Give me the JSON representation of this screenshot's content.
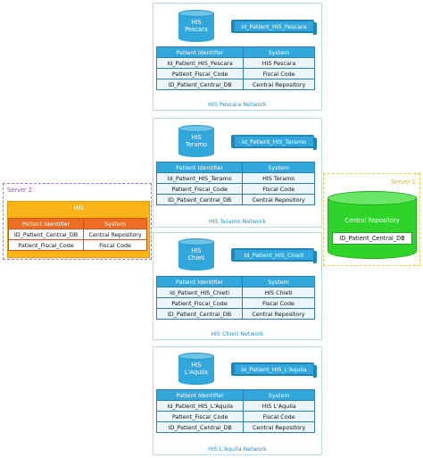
{
  "networks": [
    {
      "db_label": [
        "HIS",
        "Pescara"
      ],
      "banner": "Id_Patient_HIS_Pescara",
      "headers": [
        "Patient Identifier",
        "System"
      ],
      "rows": [
        [
          "Id_Patient_HIS_Pescara",
          "HIS Pescara"
        ],
        [
          "Patient_Fiscal_Code",
          "Fiscal Code"
        ],
        [
          "ID_Patient_Central_DB",
          "Central Repository"
        ]
      ],
      "network_label": "HIS Pescara Network"
    },
    {
      "db_label": [
        "HIS",
        "Teramo"
      ],
      "banner": "Id_Patient_HIS_Teramo",
      "headers": [
        "Patient Identifier",
        "System"
      ],
      "rows": [
        [
          "Id_Patient_HIS_Teramo",
          "HIS Teramo"
        ],
        [
          "Patient_Fiscal_Code",
          "Fiscal Code"
        ],
        [
          "ID_Patient_Central_DB",
          "Central Repository"
        ]
      ],
      "network_label": "HIS Teramo Network"
    },
    {
      "db_label": [
        "HIS",
        "Chieti"
      ],
      "banner": "Id_Patient_HIS_Chieti",
      "headers": [
        "Patient Identifier",
        "System"
      ],
      "rows": [
        [
          "Id_Patient_HIS_Chieti",
          "HIS Chieti"
        ],
        [
          "Patient_Fiscal_Code",
          "Fiscal Code"
        ],
        [
          "ID_Patient_Central_DB",
          "Central Repository"
        ]
      ],
      "network_label": "HIS Chieti Network"
    },
    {
      "db_label": [
        "HIS",
        "L'Aquila"
      ],
      "banner": "Id_Patient_HIS_L'Aquila",
      "headers": [
        "Patient Identifier",
        "System"
      ],
      "rows": [
        [
          "Id_Patient_HIS_L'Aquila",
          "HIS L'Aquila"
        ],
        [
          "Patient_Fiscal_Code",
          "Fiscal Code"
        ],
        [
          "ID_Patient_Central_DB",
          "Central Repository"
        ]
      ],
      "network_label": "HIS L'Aquila Network"
    }
  ],
  "server2": {
    "label": "Server 2",
    "his_label": "HIS",
    "headers": [
      "Patient Identifier",
      "System"
    ],
    "rows": [
      [
        "ID_Patient_Central_DB",
        "Central Repository"
      ],
      [
        "Patient_Fiscal_Code",
        "Fiscal Code"
      ]
    ]
  },
  "server1": {
    "label": "Server 1",
    "db_label": "Central Repository",
    "id_label": "ID_Patient_Central_DB"
  },
  "colors": {
    "network_blue": "#31a7dc",
    "his_orange": "#fbb417",
    "table_orange": "#ec6d23",
    "central_green": "#2fd42b",
    "server2_border": "#b06ad8",
    "server1_border": "#f0d03b"
  }
}
